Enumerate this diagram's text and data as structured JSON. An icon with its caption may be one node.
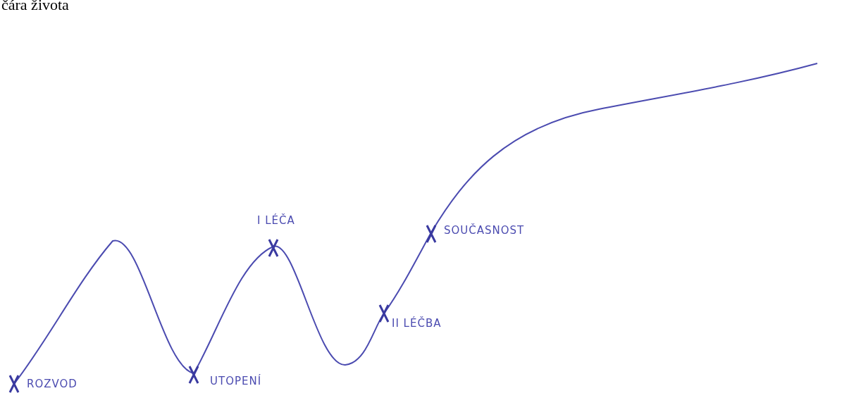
{
  "diagram": {
    "title": "čára života",
    "labels": [
      "I LÉČA",
      "SOUČASNOST",
      "II LÉČBA",
      "ROZVOD",
      "UTOPENÍ"
    ]
  }
}
